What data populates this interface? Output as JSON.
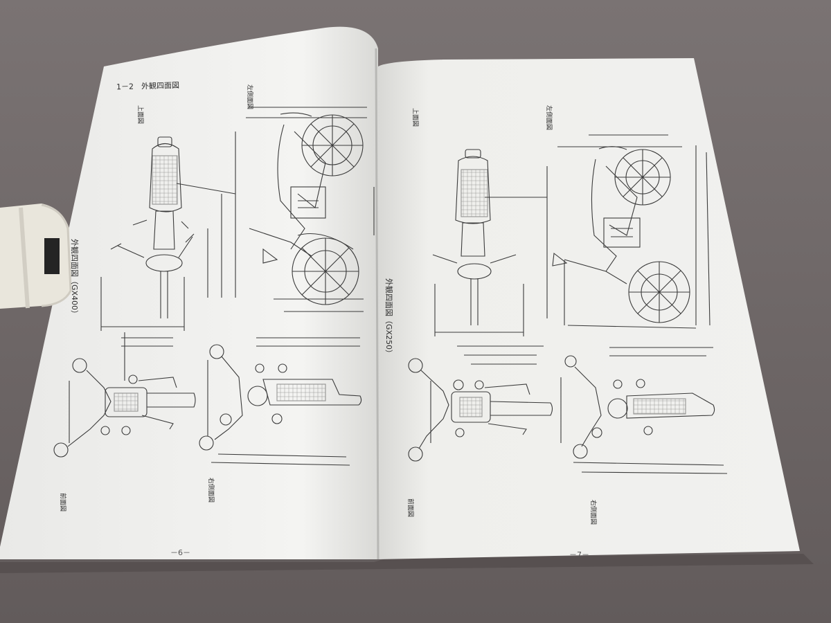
{
  "left_page": {
    "heading": "1－2　外観四面図",
    "side_title": "外観四面図（GX400）",
    "page_number": "－6－",
    "view_labels": {
      "top": "上面図",
      "left": "左側面図",
      "front": "前面図",
      "right": "右側面図"
    }
  },
  "right_page": {
    "side_title": "外観四面図（GX250）",
    "page_number": "－7－",
    "view_labels": {
      "top": "上面図",
      "left": "左側面図",
      "front": "前面図",
      "right": "右側面図"
    }
  },
  "colors": {
    "paper": "#f2f2f0",
    "background": "#6f6868",
    "ink": "#3a3a3a"
  }
}
